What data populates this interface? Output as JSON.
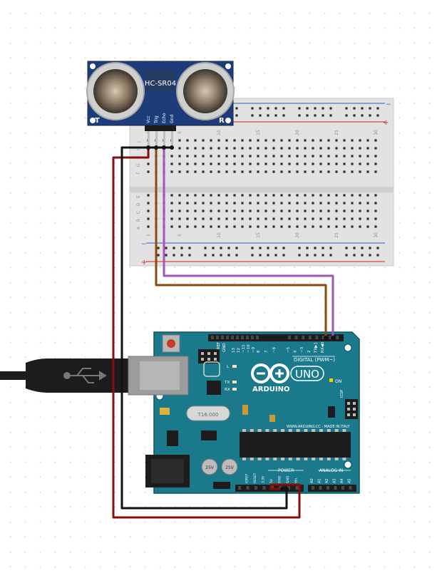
{
  "sensor": {
    "model": "HC-SR04",
    "pins": [
      "Vcc",
      "Trig",
      "Echo",
      "Gnd"
    ],
    "transmitter_mark": "T",
    "receiver_mark": "R"
  },
  "breadboard": {
    "column_numbers": [
      "1",
      "5",
      "10",
      "15",
      "20",
      "25",
      "30"
    ],
    "row_letters_top": [
      "J",
      "I",
      "H",
      "G",
      "F"
    ],
    "row_letters_bottom": [
      "E",
      "D",
      "C",
      "B",
      "A"
    ],
    "rail_minus": "−",
    "rail_plus": "+"
  },
  "arduino": {
    "brand": "ARDUINO",
    "model": "UNO",
    "digital_header_label": "DIGITAL (PWM~)",
    "power_header_label": "POWER",
    "analog_header_label": "ANALOG IN",
    "footer_text": "WWW.ARDUINO.CC - MADE IN ITALY",
    "aref_label": "AREF",
    "gnd_label": "GND",
    "on_label": "ON",
    "tx_label": "TX",
    "rx_label": "RX",
    "l_label": "L",
    "icsp_label": "ICSP",
    "crystal_label": "T16.000",
    "digital_pins": [
      "13",
      "12",
      "~11",
      "~10",
      "~9",
      "8",
      "7",
      "~6",
      "~5",
      "4",
      "~3",
      "2",
      "TX▶1",
      "RX◀0"
    ],
    "power_pins": [
      "IOREF",
      "RESET",
      "3.3V",
      "5V",
      "GND",
      "GND",
      "Vin"
    ],
    "analog_pins": [
      "A0",
      "A1",
      "A2",
      "A3",
      "A4",
      "A5"
    ],
    "capacitor_labels": [
      "25V",
      "25V"
    ]
  },
  "colors": {
    "sensor_board": "#1d3d7a",
    "breadboard": "#e2e2e2",
    "arduino_board": "#1a7a8c",
    "wire_vcc": "#8a0c0c",
    "wire_trig": "#8a4a0c",
    "wire_echo": "#a156b8",
    "wire_gnd": "#111111",
    "rail_red": "#d22020",
    "rail_blue": "#2a5fbf"
  }
}
